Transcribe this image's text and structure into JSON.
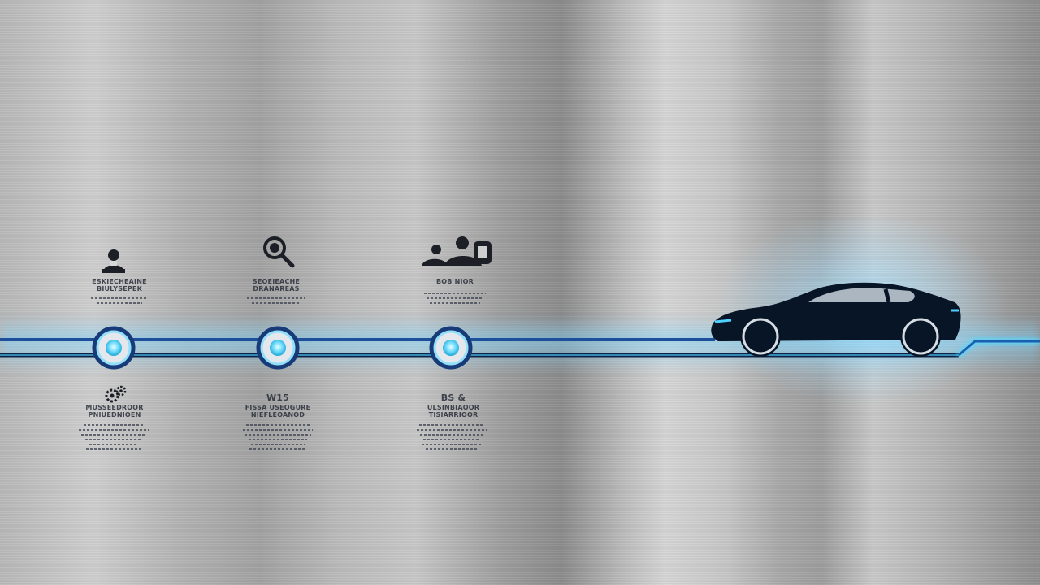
{
  "milestones": [
    {
      "top_icon": "person-at-desk-icon",
      "top_caption": [
        "ESKIECHEAINE",
        "BIULYSEPEK"
      ],
      "bottom_icon": "gears-icon",
      "bottom_caption": [
        "MUSSEEDROOR",
        "PNIUEDNIOEN"
      ]
    },
    {
      "top_icon": "magnifying-glass-icon",
      "top_caption": [
        "SEOEIEACHE",
        "DRANAREAS"
      ],
      "bottom_icon": "",
      "bottom_caption": [
        "W15",
        "FISSA USEOGURE",
        "NIEFLEOANOD"
      ]
    },
    {
      "top_icon": "team-group-icon",
      "top_caption": [
        "BOB NIOR"
      ],
      "bottom_icon": "",
      "bottom_caption": [
        "BS &",
        "ULSINBIAOOR",
        "TISIARRIOOR"
      ]
    }
  ],
  "vehicle_icon": "car-silhouette-icon",
  "colors": {
    "accent": "#3fd0ff",
    "track_dark": "#1d3f7a",
    "track_navy": "#0f2145",
    "car": "#071526",
    "text": "#2a2f3a"
  }
}
